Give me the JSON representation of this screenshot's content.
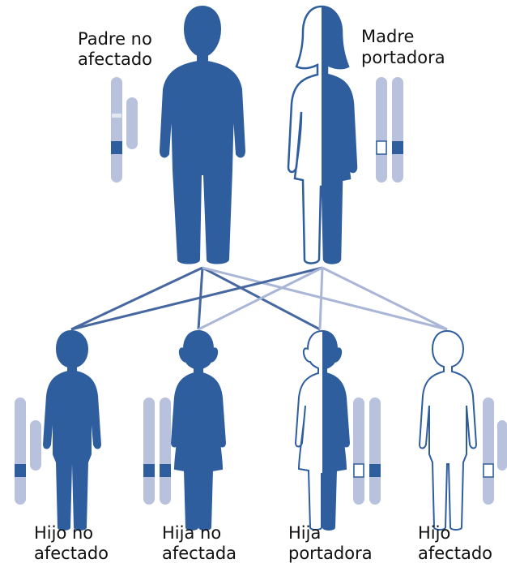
{
  "colors": {
    "affected": "#2f5e9e",
    "outline": "#2f5e9e",
    "unaffected_fill": "#ffffff",
    "chromosome": "#b9c2dd",
    "marked_band": "#2f5e9e",
    "normal_band": "#ffffff",
    "line_dark": "#46679f",
    "line_light": "#a9b6d6"
  },
  "parents": {
    "father": {
      "line1": "Padre no",
      "line2": "afectado",
      "status": "unaffected-male"
    },
    "mother": {
      "line1": "Madre",
      "line2": "portadora",
      "status": "carrier-female"
    }
  },
  "children": [
    {
      "line1": "Hijo no",
      "line2": "afectado",
      "status": "unaffected-male"
    },
    {
      "line1": "Hija no",
      "line2": "afectada",
      "status": "unaffected-female"
    },
    {
      "line1": "Hija",
      "line2": "portadora",
      "status": "carrier-female"
    },
    {
      "line1": "Hijo",
      "line2": "afectado",
      "status": "affected-male"
    }
  ]
}
